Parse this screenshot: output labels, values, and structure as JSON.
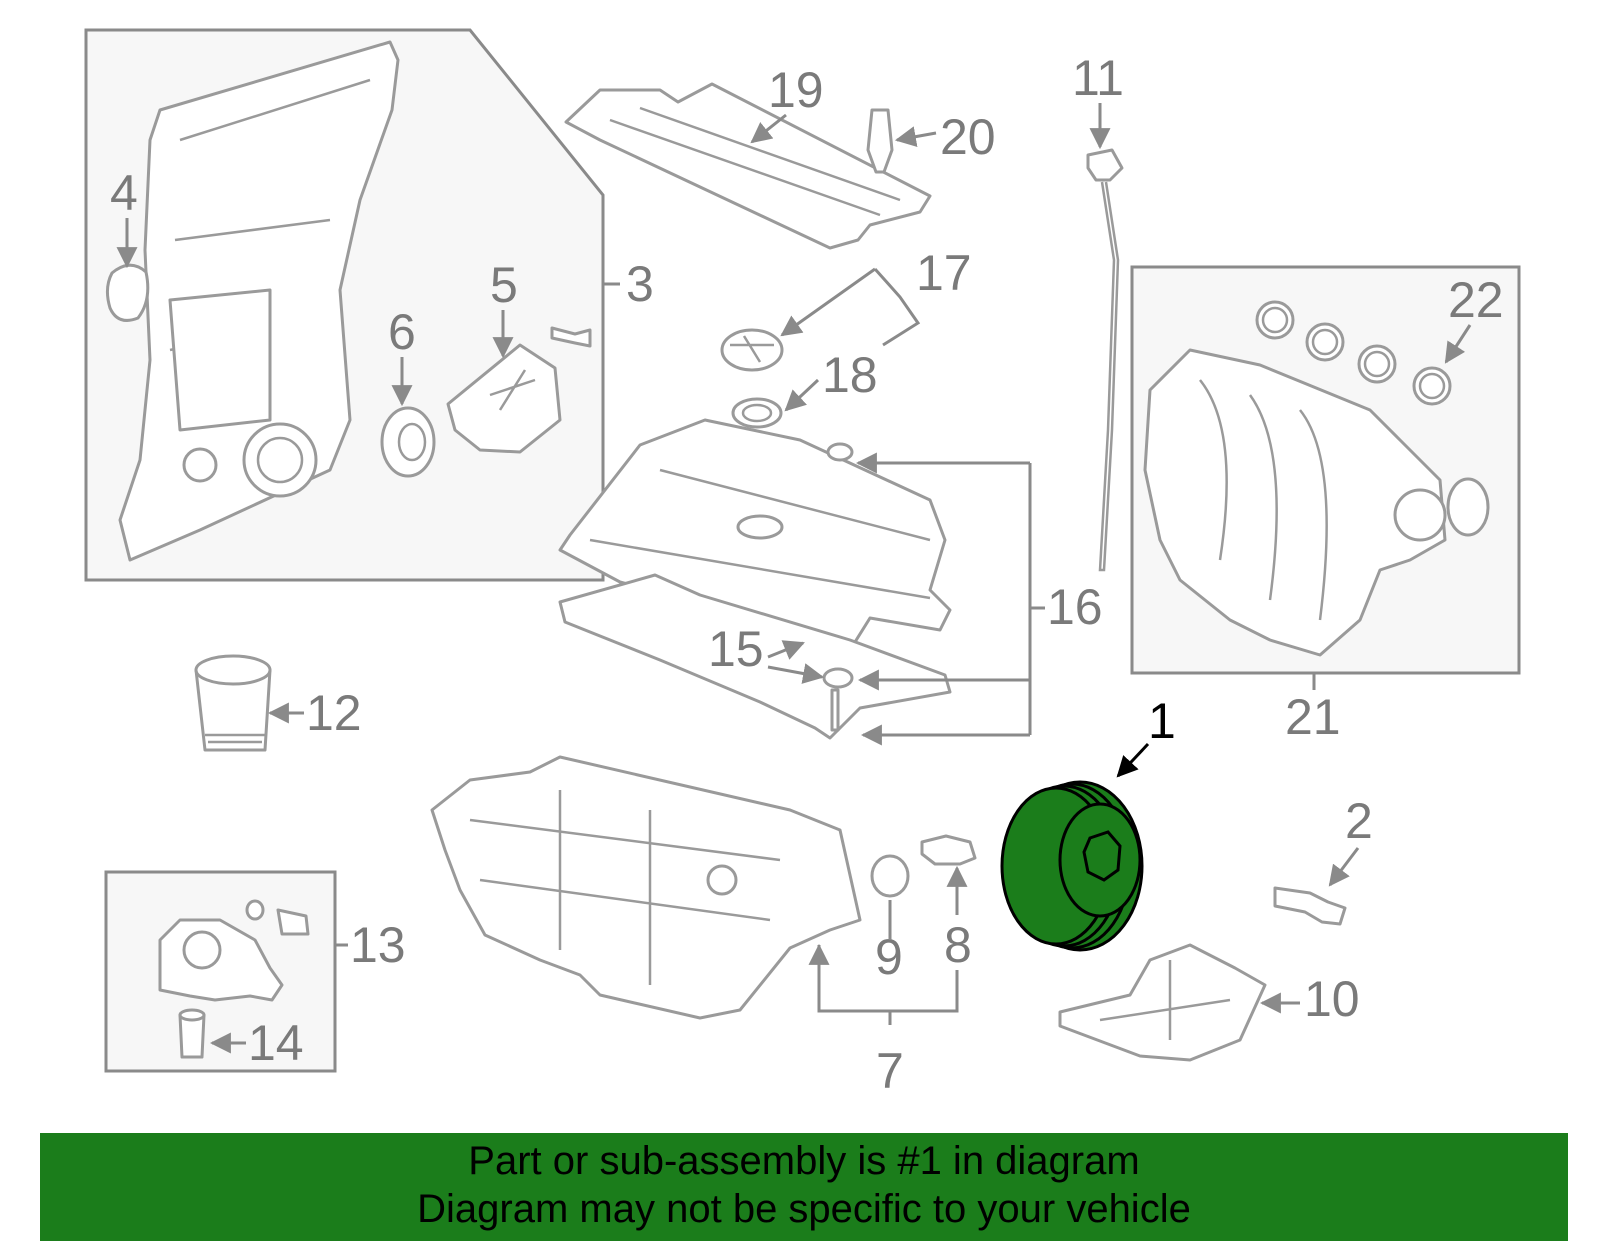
{
  "diagram": {
    "highlighted_part": "1",
    "highlight_color": "#1b7d1b",
    "callouts": [
      "1",
      "2",
      "3",
      "4",
      "5",
      "6",
      "7",
      "8",
      "9",
      "10",
      "11",
      "12",
      "13",
      "14",
      "15",
      "16",
      "17",
      "18",
      "19",
      "20",
      "21",
      "22"
    ]
  },
  "banner": {
    "line1": "Part or sub-assembly is #1 in diagram",
    "line2": "Diagram may not be specific to your vehicle",
    "background": "#1b7d1b"
  }
}
